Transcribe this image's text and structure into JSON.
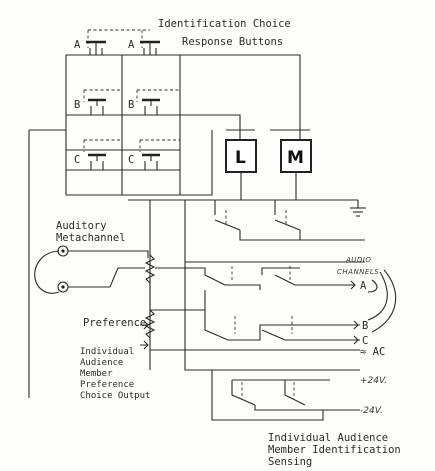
{
  "labels": {
    "identification_choice": "Identification Choice",
    "response_buttons": "Response Buttons",
    "auditory": "Auditory",
    "metachannel": "Metachannel",
    "preference": "Preference",
    "indiv_1": "Individual",
    "indiv_2": "Audience",
    "indiv_3": "Member",
    "indiv_4": "Preference",
    "indiv_5": "Choice Output",
    "sensing_1": "Individual Audience",
    "sensing_2": "Member Identification",
    "sensing_3": "Sensing",
    "audio_1": "AUDIO",
    "audio_2": "CHANNELS",
    "plus24": "+24V.",
    "minus24": "-24V."
  },
  "buttons": {
    "a_left": "A",
    "a_right": "A",
    "b_left": "B",
    "b_right": "B",
    "c_left": "C",
    "c_right": "C"
  },
  "boxes": {
    "l": "L",
    "m": "M"
  },
  "outputs": {
    "a": "A",
    "b": "B",
    "c": "C",
    "ac": "≈ AC"
  }
}
